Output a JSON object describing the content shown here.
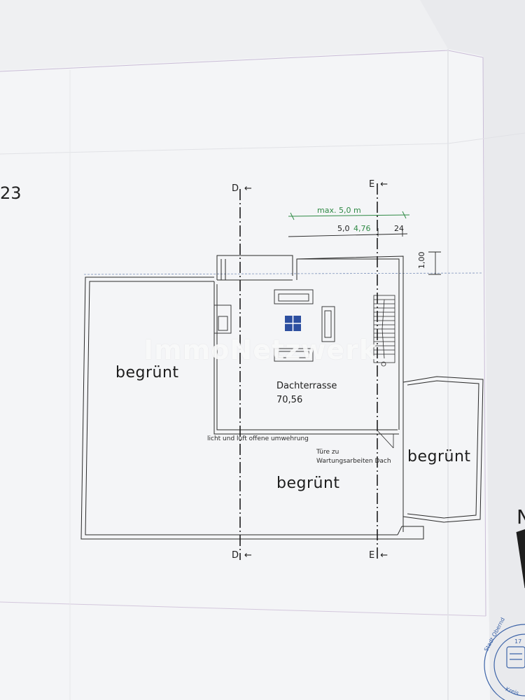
{
  "page": {
    "number_fragment": "23"
  },
  "axes": {
    "d_top": "D",
    "d_bottom": "D",
    "e_top": "E",
    "e_bottom": "E",
    "arrow": "←"
  },
  "dimensions": {
    "max_label": "max. 5,0 m",
    "width_original": "5,0",
    "width_corrected": "4,76",
    "offset": "24",
    "height": "1,00"
  },
  "rooms": {
    "left": "begrünt",
    "right": "begrünt",
    "bottom": "begrünt",
    "terrace_name": "Dachterrasse",
    "terrace_area": "70,56"
  },
  "notes": {
    "fence": "licht und luft offene umwehrung",
    "door_line1": "Türe zu",
    "door_line2": "Wartungsarbeiten Dach"
  },
  "watermark": "ImmoNetzwerk",
  "stamp": {
    "line1": "Stadt Obernd",
    "line2": "Kreis",
    "num": "17"
  },
  "edge_letter": "N",
  "colors": {
    "paper": "#f4f5f7",
    "ink": "#1e1e1e",
    "green_ink": "#2f8a45",
    "table_blue": "#2d4fa0",
    "fold": "#c9bcd6"
  }
}
